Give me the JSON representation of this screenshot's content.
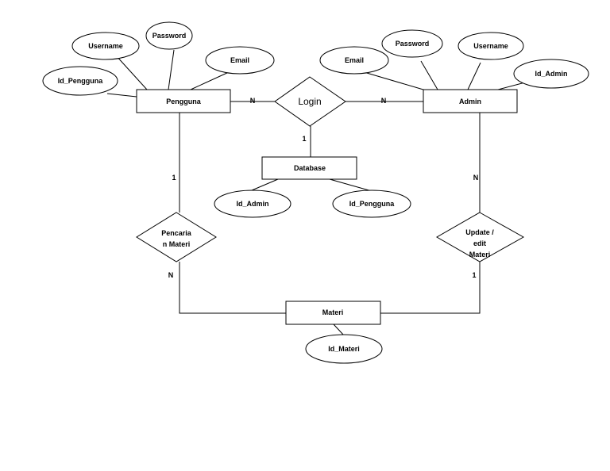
{
  "entities": {
    "pengguna": "Pengguna",
    "admin": "Admin",
    "database": "Database",
    "materi": "Materi"
  },
  "relationships": {
    "login": "Login",
    "pencarian_line1": "Pencaria",
    "pencarian_line2": "n Materi",
    "update_line1": "Update /",
    "update_line2": "edit",
    "update_line3": "Materi"
  },
  "attributes": {
    "pengguna_username": "Username",
    "pengguna_password": "Password",
    "pengguna_email": "Email",
    "pengguna_id": "Id_Pengguna",
    "admin_email": "Email",
    "admin_password": "Password",
    "admin_username": "Username",
    "admin_id": "Id_Admin",
    "database_id_admin": "Id_Admin",
    "database_id_pengguna": "Id_Pengguna",
    "materi_id": "Id_Materi"
  },
  "cardinalities": {
    "pengguna_login": "N",
    "admin_login": "N",
    "login_database": "1",
    "pengguna_pencarian": "1",
    "pencarian_materi": "N",
    "admin_update": "N",
    "update_materi": "1"
  }
}
